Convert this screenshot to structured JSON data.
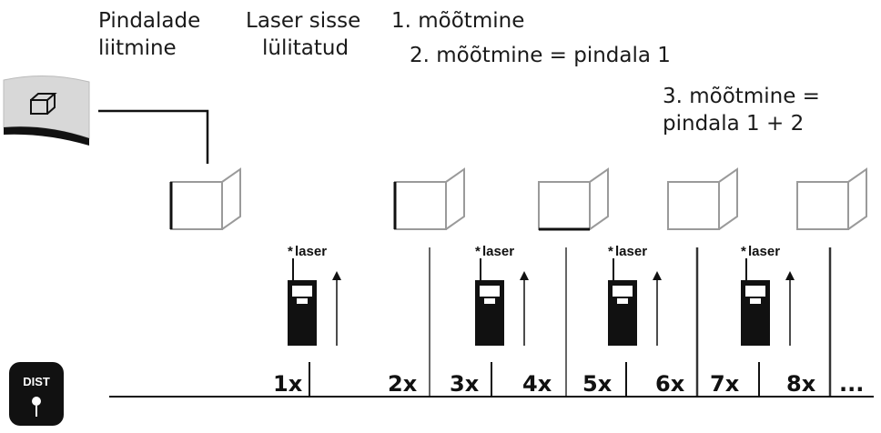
{
  "labels": {
    "area_addition_line1": "Pindalade",
    "area_addition_line2": "liitmine",
    "laser_on_line1": "Laser sisse",
    "laser_on_line2": "lülitatud",
    "measurement1": "1. mõõtmine",
    "measurement2": "2. mõõtmine = pindala 1",
    "measurement3_line1": "3. mõõtmine =",
    "measurement3_line2": "pindala 1 + 2"
  },
  "buttons": {
    "dist_label": "DIST"
  },
  "device_labels": {
    "laser": "laser"
  },
  "press_counts": [
    "1x",
    "2x",
    "3x",
    "4x",
    "5x",
    "6x",
    "7x",
    "8x",
    "..."
  ],
  "icons": {
    "area_button": "area-function-icon",
    "dist_button": "laser-dot-icon"
  },
  "colors": {
    "ink": "#111111",
    "outline_gray": "#9a9a9a",
    "button_gray": "#d8d8d8"
  }
}
